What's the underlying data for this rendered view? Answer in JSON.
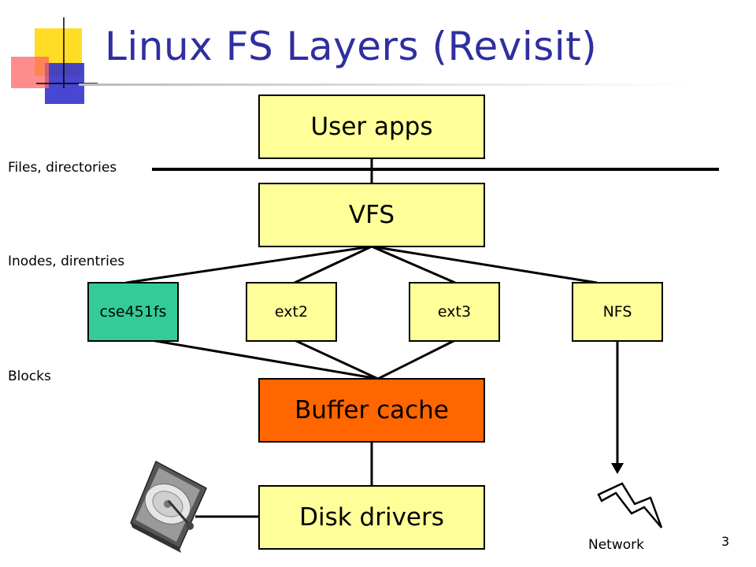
{
  "title": "Linux FS Layers (Revisit)",
  "boxes": {
    "user_apps": "User apps",
    "vfs": "VFS",
    "cse451fs": "cse451fs",
    "ext2": "ext2",
    "ext3": "ext3",
    "nfs": "NFS",
    "buffer_cache": "Buffer cache",
    "disk_drivers": "Disk drivers"
  },
  "labels": {
    "files_directories": "Files, directories",
    "inodes_direntries": "Inodes, direntries",
    "blocks": "Blocks",
    "network": "Network"
  },
  "page_number": "3",
  "colors": {
    "title": "#2f2f9f",
    "box_yellow": "#ffff99",
    "box_teal": "#33cc99",
    "box_orange": "#ff6600",
    "logo_yellow": "#ffd700",
    "logo_blue": "#3333cc",
    "logo_red": "#ff6666"
  },
  "icons": [
    "hard-disk-icon",
    "lightning-icon",
    "slide-logo-icon"
  ]
}
